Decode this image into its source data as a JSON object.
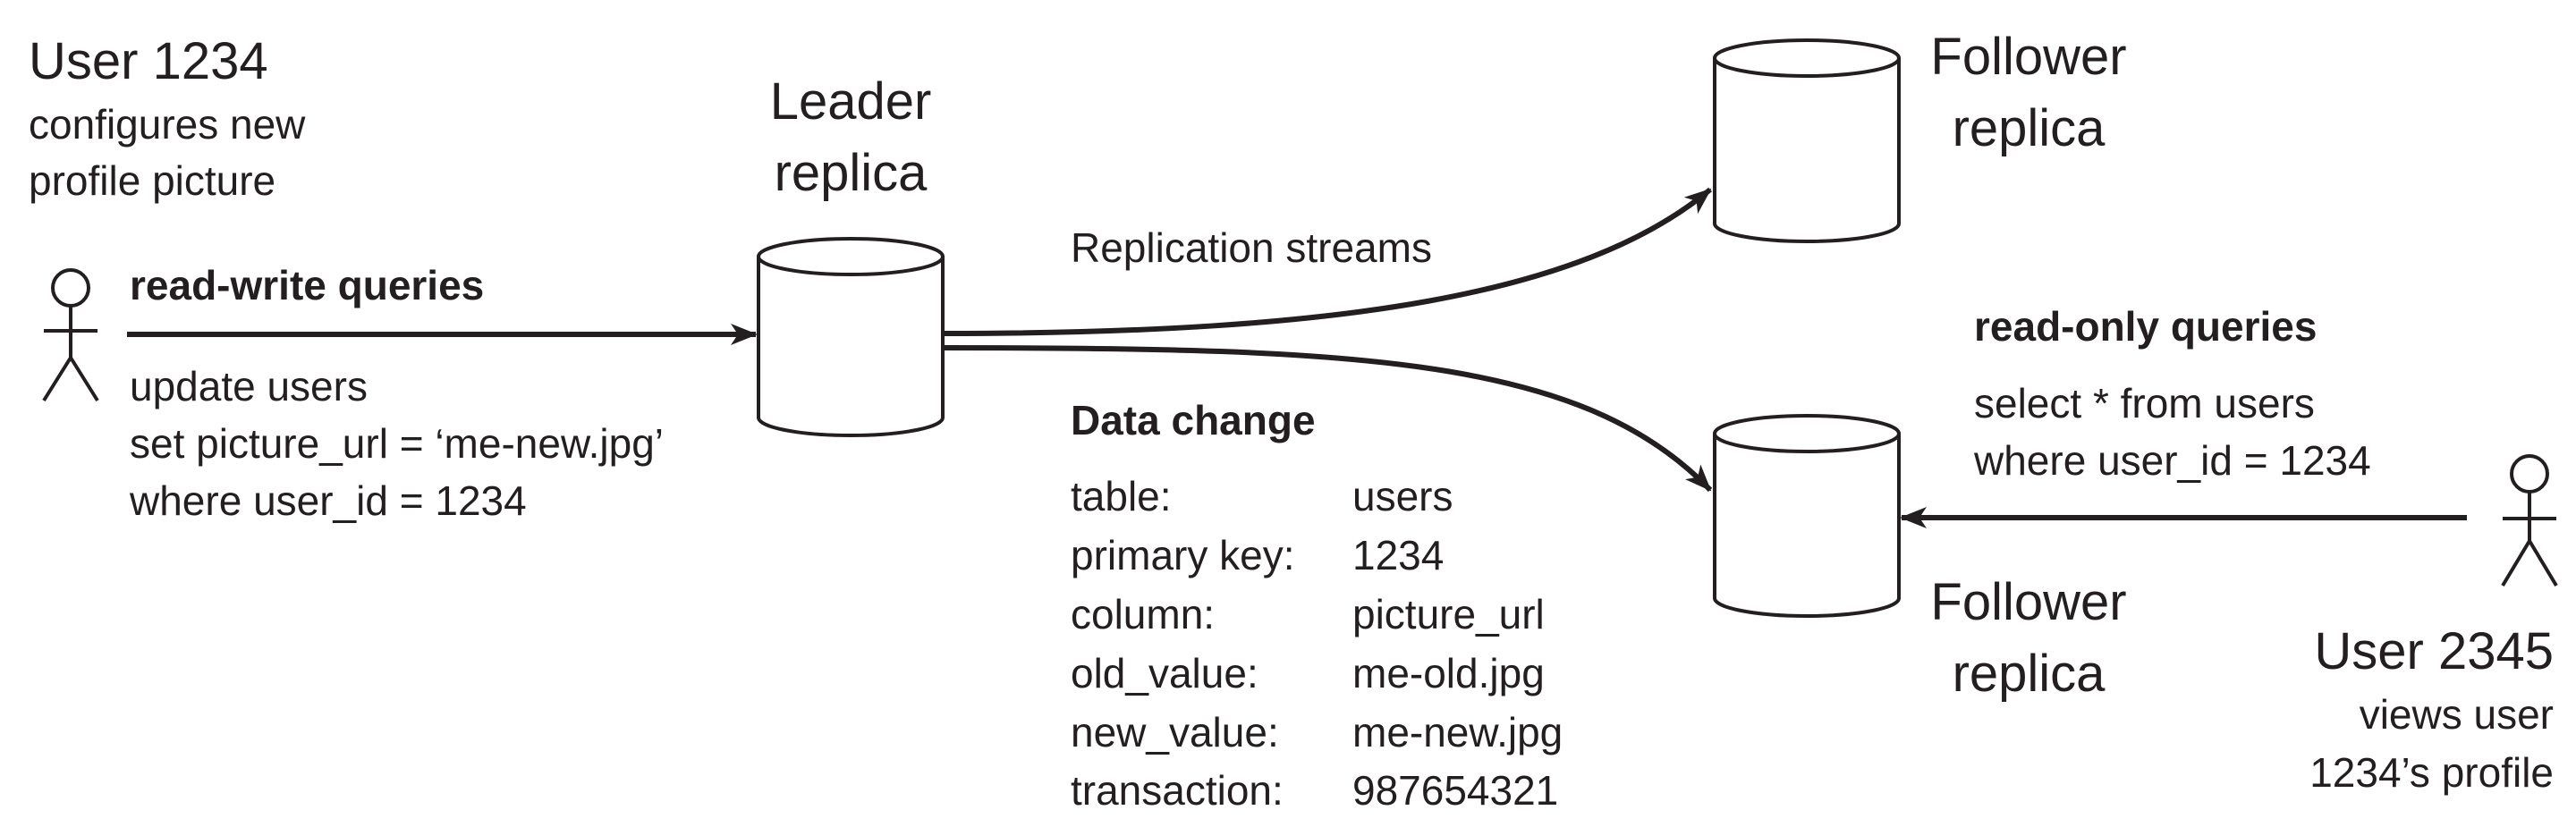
{
  "user_writer": {
    "name": "User 1234",
    "action_line1": "configures new",
    "action_line2": "profile picture"
  },
  "leader": {
    "line1": "Leader",
    "line2": "replica"
  },
  "write_query": {
    "heading": "read-write queries",
    "line1": "update users",
    "line2": "set picture_url = ‘me-new.jpg’",
    "line3": "where user_id = 1234"
  },
  "replication_label": "Replication streams",
  "data_change": {
    "heading": "Data change",
    "rows": [
      {
        "key": "table:",
        "value": "users"
      },
      {
        "key": "primary key:",
        "value": "1234"
      },
      {
        "key": "column:",
        "value": "picture_url"
      },
      {
        "key": "old_value:",
        "value": "me-old.jpg"
      },
      {
        "key": "new_value:",
        "value": "me-new.jpg"
      },
      {
        "key": "transaction:",
        "value": "987654321"
      }
    ]
  },
  "follower_top": {
    "line1": "Follower",
    "line2": "replica"
  },
  "follower_bottom": {
    "line1": "Follower",
    "line2": "replica"
  },
  "read_query": {
    "heading": "read-only queries",
    "line1": "select * from users",
    "line2": "where user_id = 1234"
  },
  "user_reader": {
    "name": "User 2345",
    "action_line1": "views user",
    "action_line2": "1234’s profile"
  }
}
